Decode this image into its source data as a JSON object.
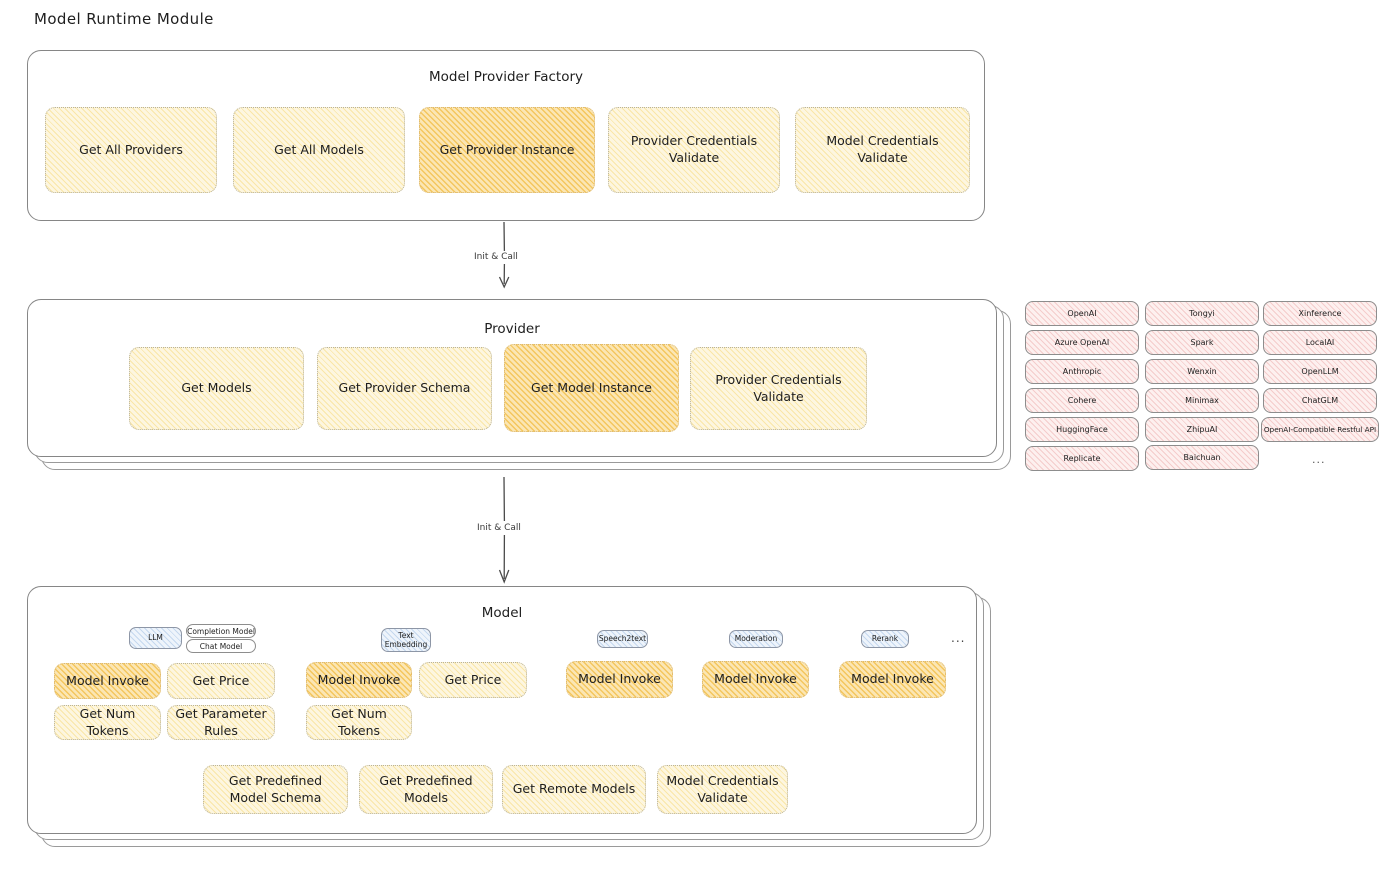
{
  "diagram": {
    "title": "Model Runtime Module"
  },
  "factory": {
    "title": "Model Provider Factory",
    "methods": [
      {
        "label": "Get All Providers",
        "highlight": false
      },
      {
        "label": "Get All Models",
        "highlight": false
      },
      {
        "label": "Get Provider Instance",
        "highlight": true
      },
      {
        "label": "Provider Credentials Validate",
        "highlight": false
      },
      {
        "label": "Model Credentials Validate",
        "highlight": false
      }
    ]
  },
  "arrows": [
    {
      "label": "Init & Call"
    },
    {
      "label": "Init & Call"
    }
  ],
  "provider": {
    "title": "Provider",
    "methods": [
      {
        "label": "Get Models",
        "highlight": false
      },
      {
        "label": "Get Provider Schema",
        "highlight": false
      },
      {
        "label": "Get Model Instance",
        "highlight": true
      },
      {
        "label": "Provider Credentials Validate",
        "highlight": false
      }
    ]
  },
  "provider_list": {
    "columns": [
      [
        "OpenAI",
        "Azure OpenAI",
        "Anthropic",
        "Cohere",
        "HuggingFace",
        "Replicate"
      ],
      [
        "Tongyi",
        "Spark",
        "Wenxin",
        "Minimax",
        "ZhipuAI",
        "Baichuan"
      ],
      [
        "Xinference",
        "LocalAI",
        "OpenLLM",
        "ChatGLM",
        "OpenAI-Compatible Restful API"
      ]
    ],
    "more": "..."
  },
  "model": {
    "title": "Model",
    "more": "...",
    "types": [
      {
        "badge": "LLM",
        "sub_badges": [
          "Completion Model",
          "Chat Model"
        ],
        "methods": [
          {
            "label": "Model Invoke",
            "highlight": true
          },
          {
            "label": "Get Price",
            "highlight": false
          },
          {
            "label": "Get Num Tokens",
            "highlight": false
          },
          {
            "label": "Get Parameter Rules",
            "highlight": false
          }
        ]
      },
      {
        "badge": "Text Embedding",
        "sub_badges": [],
        "methods": [
          {
            "label": "Model Invoke",
            "highlight": true
          },
          {
            "label": "Get Price",
            "highlight": false
          },
          {
            "label": "Get Num Tokens",
            "highlight": false
          }
        ]
      },
      {
        "badge": "Speech2text",
        "sub_badges": [],
        "methods": [
          {
            "label": "Model Invoke",
            "highlight": true
          }
        ]
      },
      {
        "badge": "Moderation",
        "sub_badges": [],
        "methods": [
          {
            "label": "Model Invoke",
            "highlight": true
          }
        ]
      },
      {
        "badge": "Rerank",
        "sub_badges": [],
        "methods": [
          {
            "label": "Model Invoke",
            "highlight": true
          }
        ]
      }
    ],
    "common_methods": [
      {
        "label": "Get Predefined Model Schema"
      },
      {
        "label": "Get Predefined Models"
      },
      {
        "label": "Get Remote Models"
      },
      {
        "label": "Model Credentials Validate"
      }
    ]
  },
  "colors": {
    "highlight_fill": "#fbe6b4",
    "light_fill": "#fdf6e0",
    "provider_chip_fill": "#fdf0ef",
    "badge_fill": "#eef4fb",
    "border": "#868686"
  }
}
